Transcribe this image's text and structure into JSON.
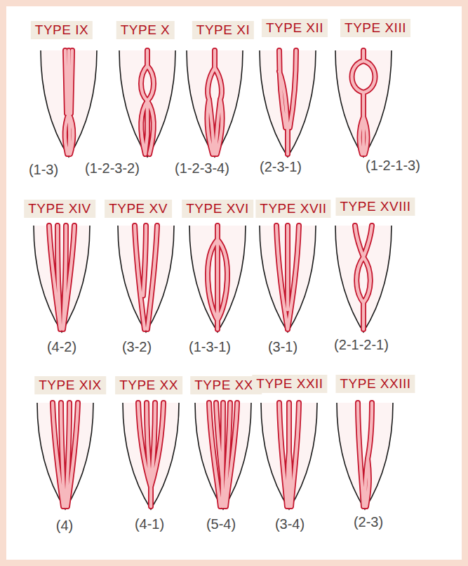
{
  "diagram": {
    "nodes": [
      {
        "text": [
          "TYPE IX"
        ]
      },
      {
        "text": [
          "TYPE X"
        ]
      },
      {
        "text": [
          "TYPE XI"
        ]
      },
      {
        "text": [
          "TYPE XII"
        ]
      },
      {
        "text": [
          "TYPE XIII"
        ]
      },
      {
        "text": [
          "TYPE XIV"
        ]
      },
      {
        "text": [
          "TYPE XV"
        ]
      },
      {
        "text": [
          "TYPE XVI"
        ]
      },
      {
        "text": [
          "TYPE XVII"
        ]
      },
      {
        "text": [
          "TYPE XVIII"
        ]
      },
      {
        "text": [
          "TYPE XIX"
        ]
      },
      {
        "text": [
          "TYPE XX"
        ]
      },
      {
        "text": [
          "TYPE XXI"
        ]
      },
      {
        "text": [
          "TYPE XXII"
        ]
      },
      {
        "text": [
          "TYPE XXIII"
        ]
      }
    ],
    "labels": [
      "(1-3)",
      "(1-2-3-2)",
      "(1-2-3-4)",
      "(2-3-1)",
      "(1-2-1-3)",
      "(4-2)",
      "(3-2)",
      "(1-3-1)",
      "(3-1)",
      "(2-1-2-1)",
      "(4)",
      "(4-1)",
      "(5-4)",
      "(3-4)",
      "(2-3)"
    ]
  }
}
